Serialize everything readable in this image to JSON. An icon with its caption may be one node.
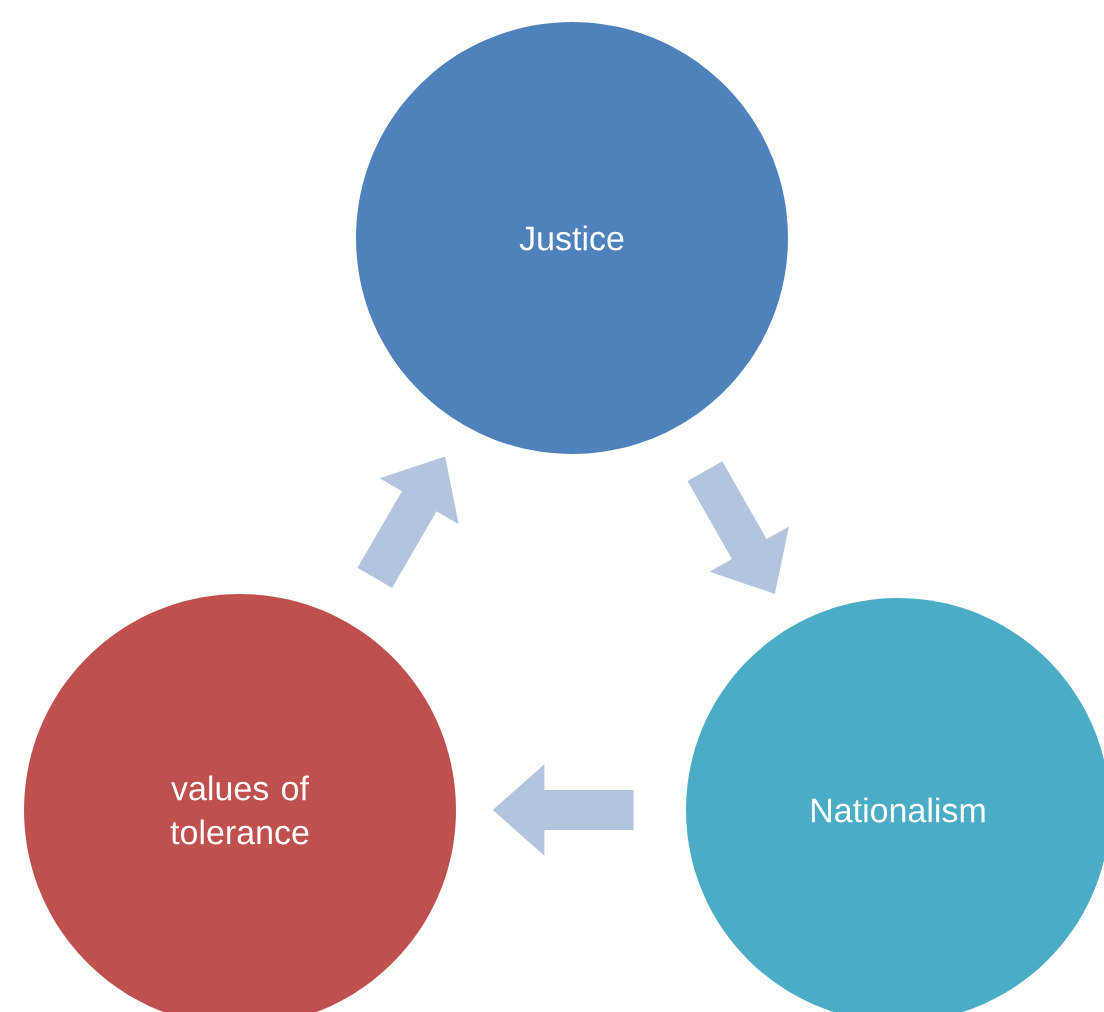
{
  "diagram": {
    "nodes": [
      {
        "text": [
          "Justice"
        ]
      },
      {
        "text": [
          "Nationalism"
        ]
      },
      {
        "text": [
          "values of tolerance"
        ]
      }
    ],
    "edges": [
      {
        "from": 2,
        "to": 0,
        "arrow": "to"
      },
      {
        "from": 0,
        "to": 1,
        "arrow": "to"
      },
      {
        "from": 1,
        "to": 2,
        "arrow": "to"
      }
    ]
  }
}
